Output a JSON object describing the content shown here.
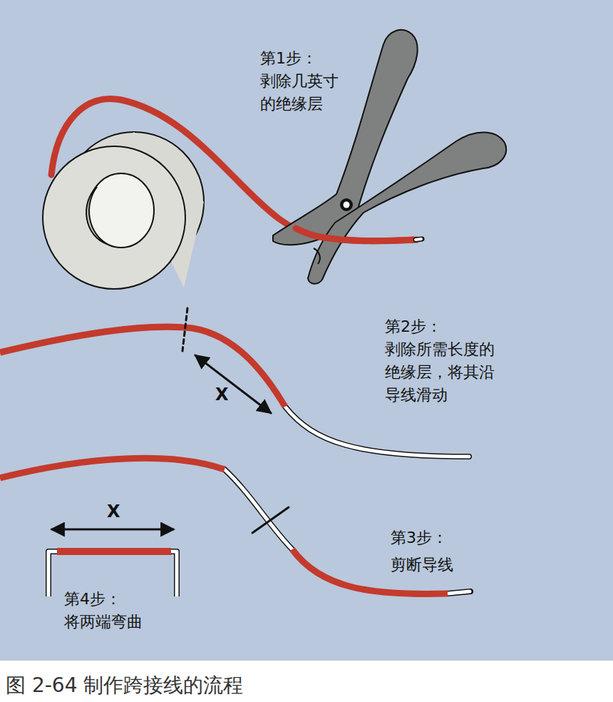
{
  "diagram": {
    "caption": "图 2-64 制作跨接线的流程",
    "labels": [
      "第1步：",
      "剥除几英寸的绝缘层",
      "第2步：",
      "剥除所需长度的绝缘层，将其沿导线滑动",
      "X",
      "第3步：",
      "剪断导线",
      "X",
      "第4步：",
      "将两端弯曲"
    ]
  }
}
